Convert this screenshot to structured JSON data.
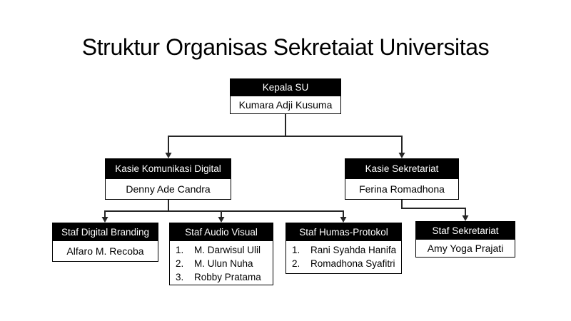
{
  "title": "Struktur Organisas Sekretaiat Universitas",
  "colors": {
    "header_bg": "#000000",
    "header_text": "#ffffff",
    "body_bg": "#ffffff",
    "body_text": "#000000",
    "line": "#262626",
    "background": "#ffffff"
  },
  "nodes": {
    "kepala": {
      "title": "Kepala SU",
      "name": "Kumara Adji Kusuma"
    },
    "komunikasi": {
      "title": "Kasie Komunikasi Digital",
      "name": "Denny Ade Candra"
    },
    "sekretariat": {
      "title": "Kasie Sekretariat",
      "name": "Ferina Romadhona"
    },
    "digital_branding": {
      "title": "Staf Digital Branding",
      "name": "Alfaro M. Recoba"
    },
    "audio_visual": {
      "title": "Staf Audio Visual",
      "members": [
        {
          "num": "1.",
          "name": "M. Darwisul Ulil"
        },
        {
          "num": "2.",
          "name": "M. Ulun Nuha"
        },
        {
          "num": "3.",
          "name": "Robby Pratama"
        }
      ]
    },
    "humas_protokol": {
      "title": "Staf Humas-Protokol",
      "members": [
        {
          "num": "1.",
          "name": "Rani Syahda Hanifa"
        },
        {
          "num": "2.",
          "name": "Romadhona Syafitri"
        }
      ]
    },
    "staf_sekretariat": {
      "title": "Staf Sekretariat",
      "name": "Amy Yoga Prajati"
    }
  }
}
